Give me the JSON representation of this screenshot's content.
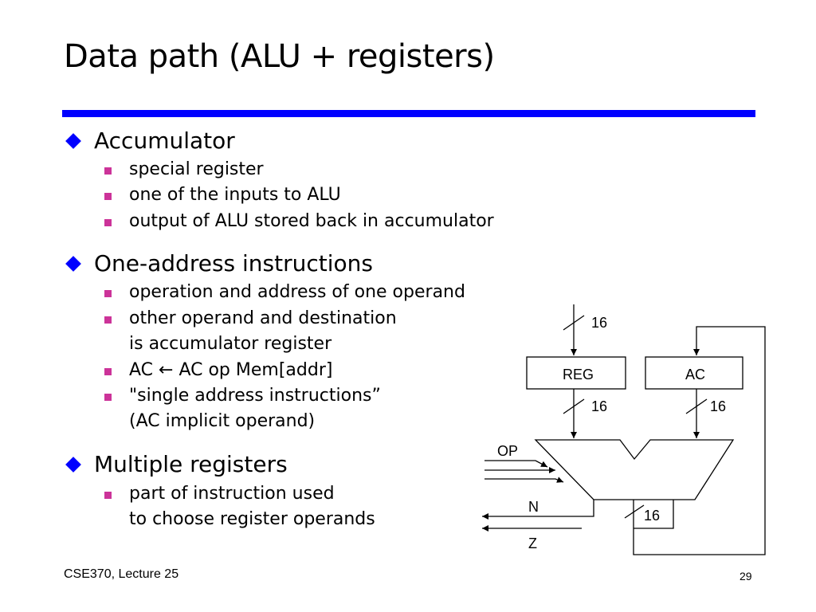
{
  "slide": {
    "title": "Data path (ALU + registers)",
    "sections": [
      {
        "heading": "Accumulator",
        "items": [
          {
            "lines": [
              "special register"
            ]
          },
          {
            "lines": [
              "one of the inputs to ALU"
            ]
          },
          {
            "lines": [
              "output of ALU stored back in accumulator"
            ]
          }
        ]
      },
      {
        "heading": "One-address instructions",
        "items": [
          {
            "lines": [
              "operation and address of one operand"
            ]
          },
          {
            "lines": [
              "other operand and destination",
              "is accumulator register"
            ]
          },
          {
            "lines": [
              "AC ← AC op Mem[addr]"
            ]
          },
          {
            "lines": [
              "\"single address instructions”",
              "(AC implicit operand)"
            ]
          }
        ]
      },
      {
        "heading": "Multiple registers",
        "items": [
          {
            "lines": [
              "part of instruction used",
              "to choose register operands"
            ]
          }
        ]
      }
    ],
    "footer": {
      "course": "CSE370, Lecture 25",
      "page": "29"
    }
  },
  "diagram": {
    "reg_label": "REG",
    "ac_label": "AC",
    "op_label": "OP",
    "n_label": "N",
    "z_label": "Z",
    "width_in": "16",
    "width_reg_out": "16",
    "width_ac_out": "16",
    "width_alu_out": "16"
  },
  "colors": {
    "rule": "#0000ff",
    "l1_bullet": "#0000ff",
    "l2_bullet": "#cc3399"
  }
}
